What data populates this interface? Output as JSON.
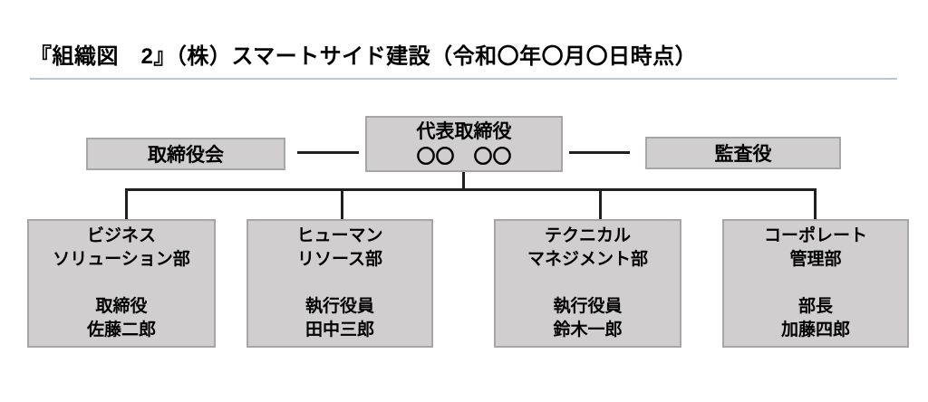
{
  "page": {
    "title": "『組織図　2』（株）スマートサイド建設（令和〇年〇月〇日時点）"
  },
  "colors": {
    "divider_accent": "#b4c7e2",
    "box_fill": "#d0cece",
    "box_border": "#a6a6a6",
    "connector": "#202020",
    "text": "#000000"
  },
  "org": {
    "board": {
      "label": "取締役会"
    },
    "ceo": {
      "title": "代表取締役",
      "name": "〇〇　〇〇"
    },
    "auditor": {
      "label": "監査役"
    },
    "departments": [
      {
        "name_line1": "ビジネス",
        "name_line2": "ソリューション部",
        "role": "取締役",
        "person": "佐藤二郎"
      },
      {
        "name_line1": "ヒューマン",
        "name_line2": "リソース部",
        "role": "執行役員",
        "person": "田中三郎"
      },
      {
        "name_line1": "テクニカル",
        "name_line2": "マネジメント部",
        "role": "執行役員",
        "person": "鈴木一郎"
      },
      {
        "name_line1": "コーポレート",
        "name_line2": "管理部",
        "role": "部長",
        "person": "加藤四郎"
      }
    ]
  }
}
